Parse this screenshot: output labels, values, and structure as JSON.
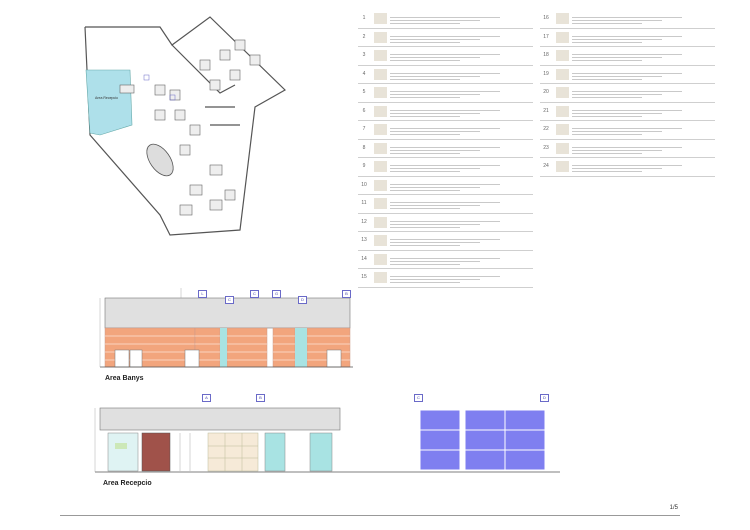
{
  "elevations": {
    "banys_label": "Area Banys",
    "recepcio_label": "Area Recepcio"
  },
  "plan": {
    "room_label": "Area Recepcio"
  },
  "legend": {
    "left_numbers": [
      "1",
      "2",
      "3",
      "4",
      "5",
      "6",
      "7",
      "8",
      "9",
      "10",
      "11",
      "12",
      "13",
      "14",
      "15"
    ],
    "right_numbers": [
      "16",
      "17",
      "18",
      "19",
      "20",
      "21",
      "22",
      "23",
      "24"
    ]
  },
  "tags": {
    "banys": [
      "L",
      "C",
      "C",
      "G",
      "D",
      "B"
    ],
    "recepcio": [
      "A",
      "B",
      "C",
      "D"
    ]
  },
  "footer": {
    "page": "1/5"
  },
  "colors": {
    "tile": "#f2a57d",
    "grid_line": "#ffffff",
    "glass": "#a8e3e3",
    "wall_band": "#e0e0e0",
    "reception_plan": "#aee0ea",
    "blue_panel": "#7f7ff0",
    "brown_panel": "#a0524a"
  }
}
